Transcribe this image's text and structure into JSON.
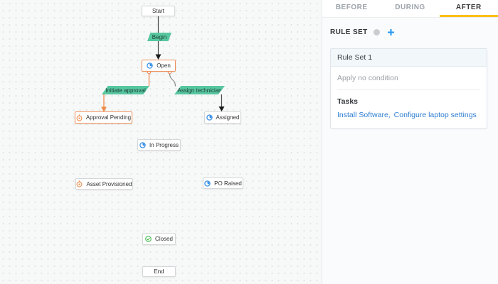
{
  "canvas": {
    "nodes": [
      {
        "id": "start",
        "label": "Start",
        "icon": "none"
      },
      {
        "id": "open",
        "label": "Open",
        "icon": "clock-blue",
        "selected": true
      },
      {
        "id": "approval-pending",
        "label": "Approval Pending",
        "icon": "stopwatch-orange",
        "selected": true
      },
      {
        "id": "assigned",
        "label": "Assigned",
        "icon": "clock-blue"
      },
      {
        "id": "in-progress",
        "label": "In Progress",
        "icon": "clock-blue"
      },
      {
        "id": "asset-provisioned",
        "label": "Asset Provisioned",
        "icon": "stopwatch-orange"
      },
      {
        "id": "po-raised",
        "label": "PO Raised",
        "icon": "clock-blue"
      },
      {
        "id": "closed",
        "label": "Closed",
        "icon": "check-green"
      },
      {
        "id": "end",
        "label": "End",
        "icon": "none"
      }
    ],
    "transitions": [
      {
        "id": "begin",
        "label": "Begin"
      },
      {
        "id": "initiate-approval",
        "label": "Initiate approval"
      },
      {
        "id": "assign-technician",
        "label": "Assign technician"
      }
    ]
  },
  "panel": {
    "tabs": [
      {
        "label": "BEFORE",
        "active": false
      },
      {
        "label": "DURING",
        "active": false
      },
      {
        "label": "AFTER",
        "active": true
      }
    ],
    "section_title": "RULE SET",
    "rule_set": {
      "title": "Rule Set 1",
      "condition": "Apply no condition",
      "tasks_heading": "Tasks",
      "tasks": [
        {
          "label": "Install Software"
        },
        {
          "label": "Configure laptop settings"
        }
      ],
      "task_separator": ","
    }
  },
  "colors": {
    "active_tab_underline": "#fdbf17",
    "transition_green": "#57c7a0",
    "selected_orange": "#f0935f",
    "status_blue": "#2e8ae6",
    "status_green": "#43b649",
    "link_blue": "#2d7dd2"
  }
}
